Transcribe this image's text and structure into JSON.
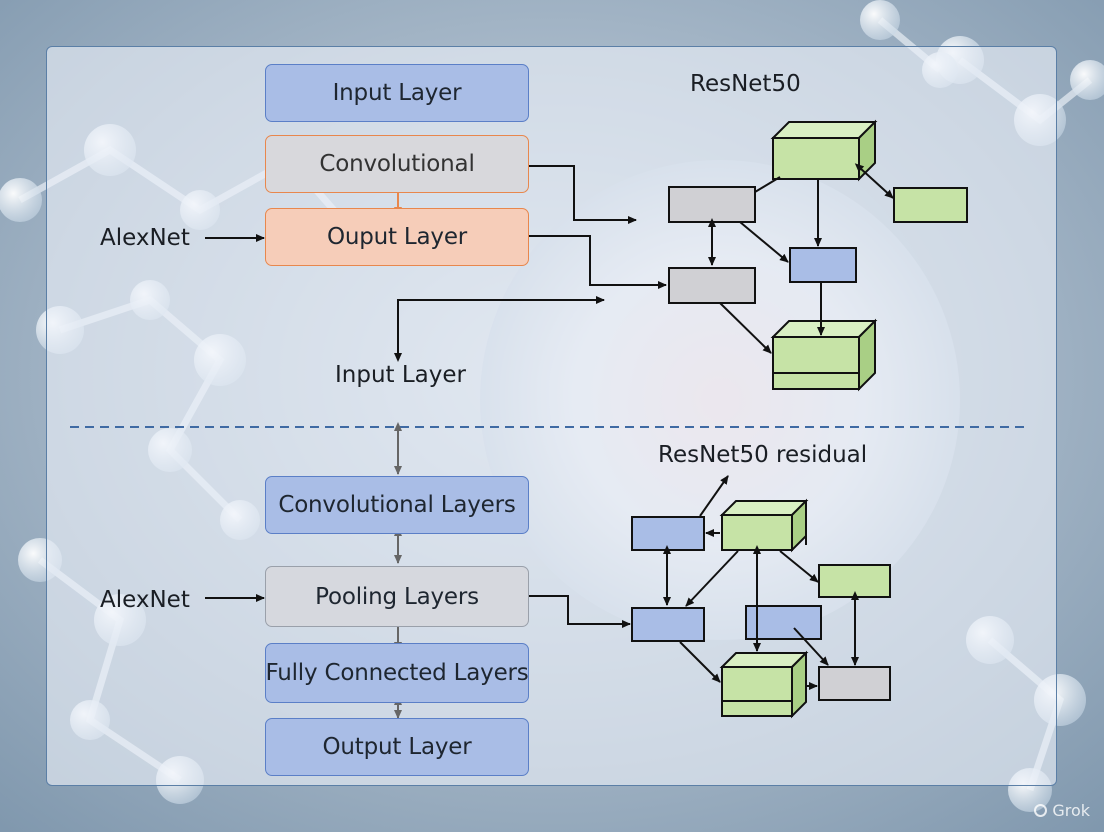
{
  "top_section": {
    "left_label": "AlexNet",
    "input_box": "Input Layer",
    "conv_box": "Convolutional",
    "output_box": "Ouput Layer",
    "lower_input_label": "Input Layer",
    "resnet_title": "ResNet50"
  },
  "bottom_section": {
    "left_label": "AlexNet",
    "conv_box": "Convolutional Layers",
    "pooling_box": "Pooling Layers",
    "fc_box": "Fully Connected Layers",
    "output_box": "Output Layer",
    "resnet_title": "ResNet50 residual"
  },
  "watermark": "Grok",
  "colors": {
    "blue_block": "#a9bde6",
    "green_block": "#c6e3a6",
    "grey_block": "#d0d0d4",
    "orange_accent": "#e8874d",
    "divider": "#3f6aa3"
  }
}
